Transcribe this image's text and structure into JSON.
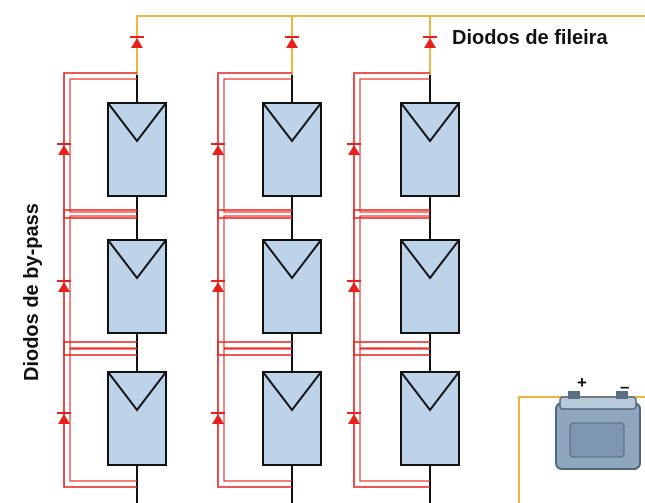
{
  "labels": {
    "string_diodes": "Diodos de fileira",
    "bypass_diodes": "Diodos de by-pass"
  },
  "battery": {
    "plus": "+",
    "minus": "–"
  },
  "colors": {
    "orange_wire": "#f0b541",
    "red_wire": "#e8201c",
    "module_fill": "#bcd3ea",
    "module_stroke": "#111111",
    "black_wire": "#111111"
  },
  "structure": {
    "strings": 3,
    "modules_per_string": 3,
    "bypass_diodes_per_module": 1,
    "string_diodes_per_string": 1
  }
}
